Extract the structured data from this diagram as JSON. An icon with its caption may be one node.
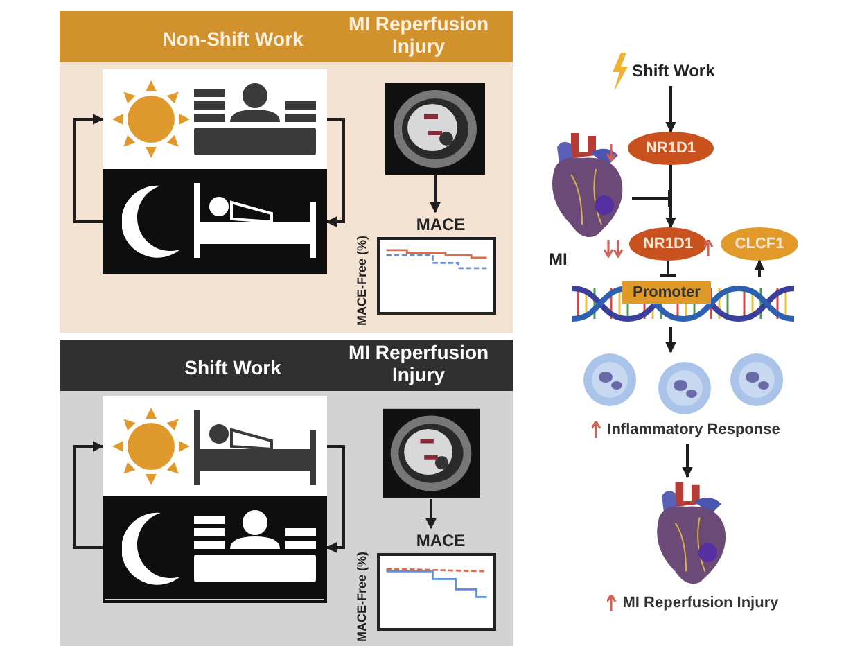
{
  "diagram": {
    "nodes": [
      {
        "text": [
          "Non-Shift Work",
          "MI Reperfusion Injury"
        ]
      },
      {
        "text": [],
        "shape": "picture",
        "in": 0
      },
      {
        "text": [],
        "shape": "picture",
        "in": 0
      },
      {
        "text": [],
        "shape": "picture",
        "in": 0
      },
      {
        "text": [
          "MACE",
          "MACE-Free (%)"
        ],
        "in": 0
      },
      {
        "text": [
          "Shift Work",
          "MI Reperfusion Injury"
        ]
      },
      {
        "text": [],
        "shape": "picture",
        "in": 5
      },
      {
        "text": [],
        "shape": "picture",
        "in": 5
      },
      {
        "text": [],
        "shape": "picture",
        "in": 5
      },
      {
        "text": [
          "MACE",
          "MACE-Free (%)"
        ],
        "in": 5
      },
      {
        "text": [
          "Shift Work"
        ]
      },
      {
        "text": [
          "NR1D1"
        ]
      },
      {
        "text": [],
        "shape": "picture",
        "beside": [
          "MI"
        ]
      },
      {
        "text": [
          "NR1D1"
        ]
      },
      {
        "text": [
          "CLCF1"
        ]
      },
      {
        "text": [
          "Promoter"
        ]
      },
      {
        "text": [
          "Inflammatory Response"
        ]
      },
      {
        "text": [
          "MI Reperfusion Injury"
        ]
      }
    ],
    "edges": [
      {
        "from": 1,
        "to": 2,
        "arrow": "to"
      },
      {
        "from": 2,
        "to": 1,
        "arrow": "to"
      },
      {
        "from": 3,
        "to": 4,
        "arrow": "to"
      },
      {
        "from": 6,
        "to": 7,
        "arrow": "to"
      },
      {
        "from": 7,
        "to": 6,
        "arrow": "to"
      },
      {
        "from": 8,
        "to": 9,
        "arrow": "to"
      },
      {
        "from": 10,
        "to": 11,
        "arrow": "to"
      },
      {
        "from": 11,
        "to": 13,
        "arrow": "to"
      },
      {
        "from": 12,
        "to": 13,
        "arrow": "other"
      },
      {
        "from": 13,
        "to": 15,
        "arrow": "other"
      },
      {
        "from": 15,
        "to": 14,
        "arrow": "to"
      },
      {
        "from": 15,
        "to": 16,
        "arrow": "to"
      },
      {
        "from": 16,
        "to": 17,
        "arrow": "to"
      }
    ]
  }
}
